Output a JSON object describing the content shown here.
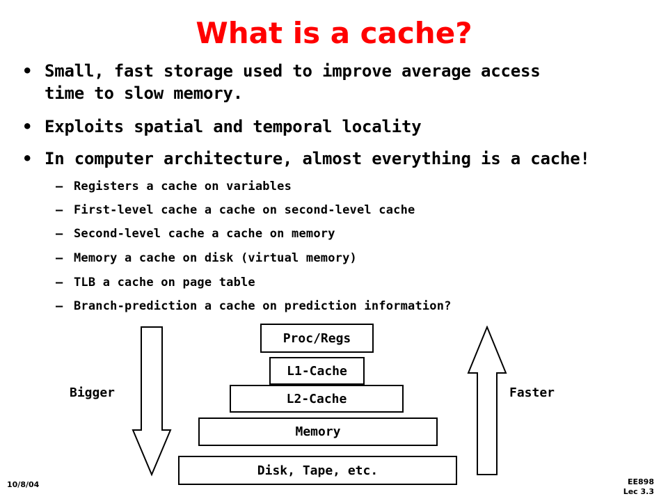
{
  "title": "What is a cache?",
  "bullets": [
    {
      "lines": [
        "Small, fast storage used to improve average access",
        "time to slow memory."
      ]
    },
    {
      "lines": [
        "Exploits spatial and temporal locality"
      ]
    },
    {
      "lines": [
        "In computer architecture, almost everything is a cache!"
      ]
    }
  ],
  "bullet_glyph": "•",
  "dash_glyph": "–",
  "sub_bullets": [
    "Registers a cache on variables",
    "First-level cache a cache on second-level cache",
    "Second-level cache a cache on memory",
    "Memory a cache on disk (virtual memory)",
    "TLB a cache on page table",
    "Branch-prediction a cache on prediction information?"
  ],
  "hierarchy": {
    "levels": [
      "Proc/Regs",
      "L1-Cache",
      "L2-Cache",
      "Memory",
      "Disk, Tape, etc."
    ],
    "left_label": "Bigger",
    "right_label": "Faster",
    "left_arrow_direction": "down",
    "right_arrow_direction": "up"
  },
  "footer": {
    "date": "10/8/04",
    "course": "EE898",
    "lecture": "Lec 3.3"
  },
  "colors": {
    "title": "#ff0000",
    "text": "#000000",
    "background": "#ffffff"
  }
}
